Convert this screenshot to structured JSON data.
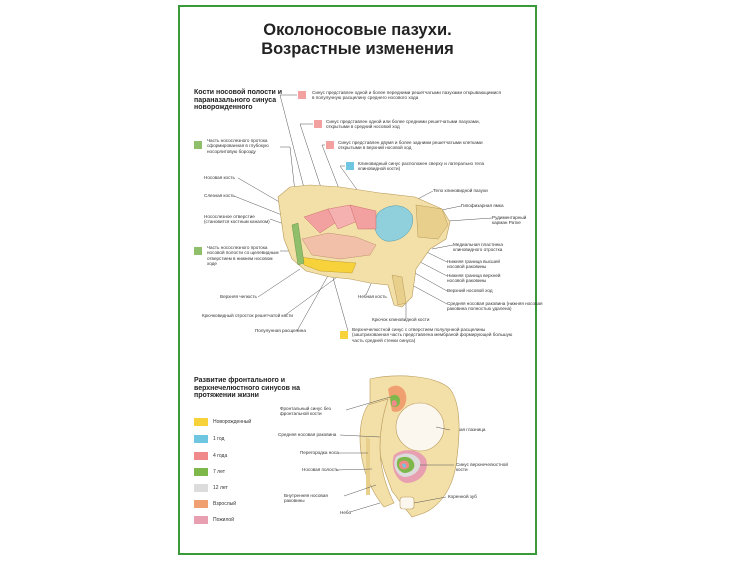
{
  "title_line1": "Околоносовые пазухи.",
  "title_line2": "Возрастные изменения",
  "section1_title": "Кости носовой полости и параназального синуса новорожденного",
  "section2_title": "Развитие фронтального и верхнечелюстного синусов на протяжении жизни",
  "colors": {
    "border": "#3a9a3a",
    "green": "#8fbf6a",
    "pink": "#f2a0a0",
    "blue": "#6ec6e0",
    "yellow": "#f7d23a",
    "bone": "#f3dfa8"
  },
  "top_right_notes": [
    {
      "color": "#f2a0a0",
      "text": "Синус представлен одной и более передними решетчатыми пазухами открывающимися в полулунную расщелину среднего носового хода"
    },
    {
      "color": "#f2a0a0",
      "text": "Синус представлен одной или более средними решетчатыми пазухами, открытыми в средний носовой ход"
    },
    {
      "color": "#f2a0a0",
      "text": "Синус представлен двумя и более задними решетчатыми клетками открытыми в верхний носовой ход"
    },
    {
      "color": "#6ec6e0",
      "text": "Клиновидный синус расположен сверху и латерально тела клиновидной кости)"
    }
  ],
  "left_notes": [
    {
      "color": "#8fbf6a",
      "text": "Часть носослезного протока сформированная в глубокую носорлитовую борозду"
    },
    {
      "color": "#8fbf6a",
      "text": "Часть носослезного протока носовой полости со щелевидным отверстием в нижнем носовом ходе"
    }
  ],
  "bottom_note": {
    "color": "#f7d23a",
    "text": "Верхнечелюстной синус с отверстием полулунной расщелины (заштрихованная часть представлена мембраной формирующей большую часть средней стенки синуса)"
  },
  "diagram1_labels": [
    "Носовая кость",
    "Слезная кость",
    "Носослезное отверстие (становится костным каналом)",
    "Верхняя челюсть",
    "Крючковидный отросток решетчатой кости",
    "Полулунная расщелина",
    "Небная кость",
    "Крючок клиновидной кости",
    "Тело клиновидной пазухи",
    "Гипофизарная ямка",
    "Рудиментарный карман Ратке",
    "Медиальная пластинка клиновидного отростка",
    "Нижняя граница высшей носовой раковины",
    "Нижняя граница верхней носовой раковины",
    "Верхний носовой ход",
    "Средняя носовая раковина (нижняя носовая раковина полностью удалена)"
  ],
  "legend": [
    {
      "label": "Новорожденный",
      "color": "#f7d23a"
    },
    {
      "label": "1 год",
      "color": "#6ec6e0"
    },
    {
      "label": "4 года",
      "color": "#f08a8a"
    },
    {
      "label": "7 лет",
      "color": "#7fb84a"
    },
    {
      "label": "12 лет",
      "color": "#dcdcdc"
    },
    {
      "label": "Взрослый",
      "color": "#f0a070"
    },
    {
      "label": "Пожилой",
      "color": "#e8a0b0"
    }
  ],
  "diagram2_labels": [
    "Фронтальный синус без фронтальной кости",
    "Средняя носовая раковина",
    "Перегородка носа",
    "Носовая полость",
    "Внутренняя носовая раковины",
    "Небо",
    "Левая глазница",
    "Синус верхнечелюстной кости",
    "Коренной зуб"
  ]
}
